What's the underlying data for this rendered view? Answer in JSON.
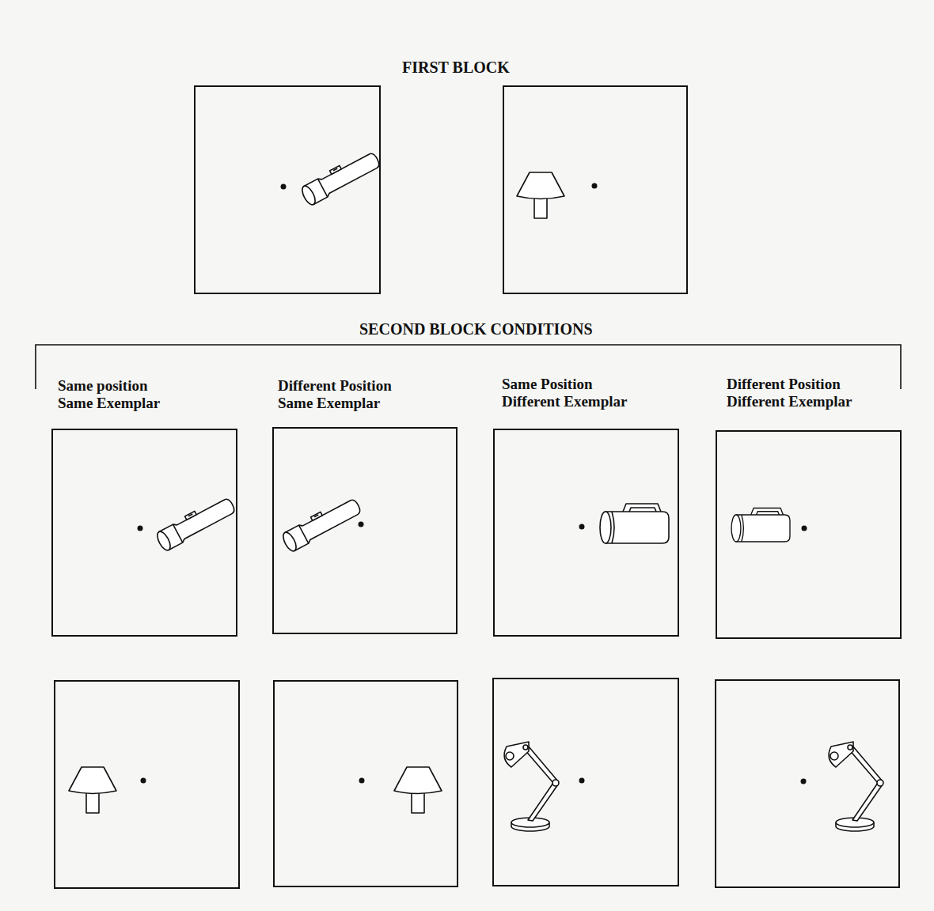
{
  "diagram": {
    "title": "FIRST BLOCK",
    "labels": [
      "SECOND BLOCK CONDITIONS",
      "Same position Same Exemplar",
      "Different Position Same Exemplar",
      "Same Position Different Exemplar",
      "Different Position Different Exemplar"
    ]
  }
}
